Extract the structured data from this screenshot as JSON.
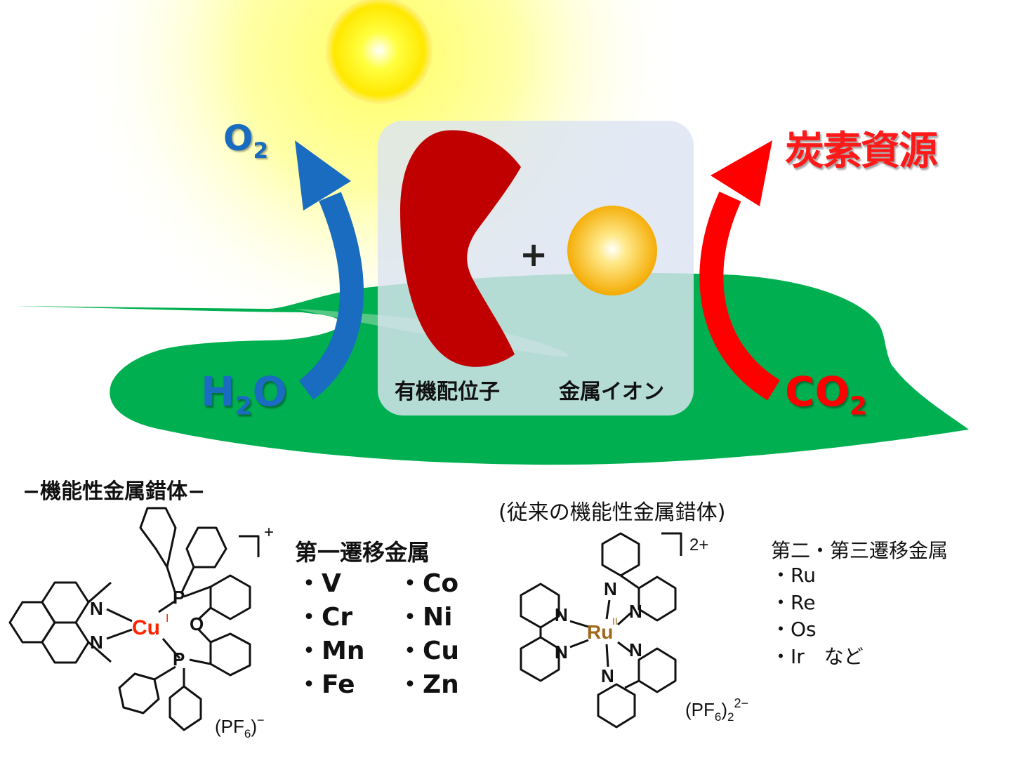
{
  "top": {
    "o2": "O2",
    "h2o": "H2O",
    "co2": "CO2",
    "carbon_resource": "炭素資源",
    "plus": "+",
    "ligand_label": "有機配位子",
    "ion_label": "金属イオン"
  },
  "bottom": {
    "section_title": "−機能性金属錯体−",
    "conventional_title": "(従来の機能性金属錯体)",
    "first_row_title": "第一遷移金属",
    "first_row_metals_col1": [
      "・V",
      "・Cr",
      "・Mn",
      "・Fe"
    ],
    "first_row_metals_col2": [
      "・Co",
      "・Ni",
      "・Cu",
      "・Zn"
    ],
    "second_third_title": "第二・第三遷移金属",
    "second_third_metals": [
      "・Ru",
      "・Re",
      "・Os",
      "・Ir　など"
    ],
    "cu_complex": {
      "metal": "Cu",
      "ox": "I",
      "charge": "+",
      "anion": "(PF6)−",
      "atoms": [
        "N",
        "N",
        "P",
        "P",
        "O"
      ]
    },
    "ru_complex": {
      "metal": "Ru",
      "ox": "II",
      "charge": "2+",
      "anion": "(PF6)22−",
      "atoms": [
        "N",
        "N",
        "N",
        "N",
        "N",
        "N"
      ]
    }
  },
  "colors": {
    "blue_arrow": "#1a6cc0",
    "red_arrow": "#ff0000",
    "leaf": "#00b050",
    "ligand": "#c00000",
    "ion": "#f5b800",
    "cu_red": "#ff2200",
    "ru_brown": "#a0661a"
  }
}
